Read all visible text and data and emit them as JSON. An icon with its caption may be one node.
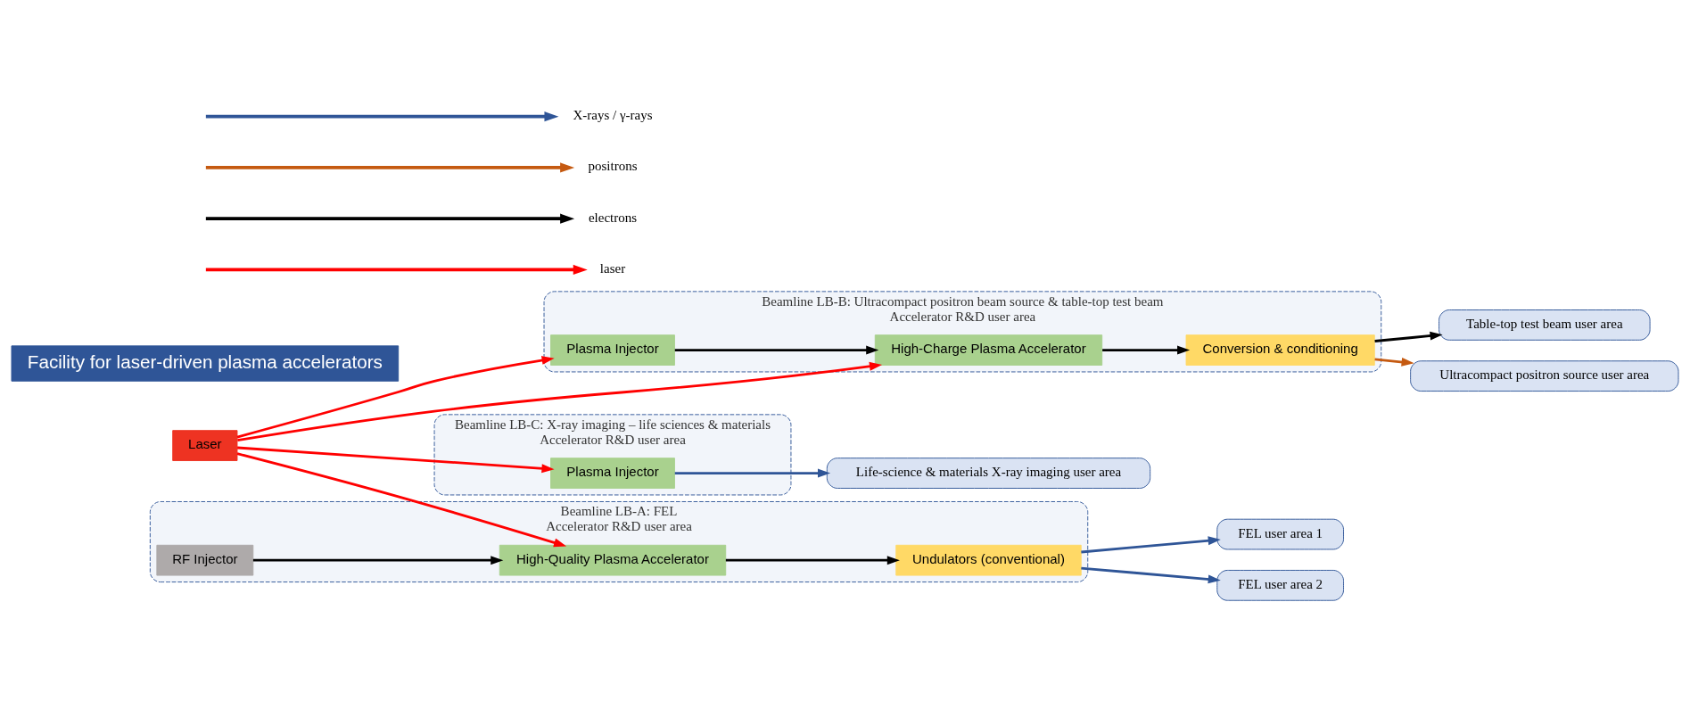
{
  "diagram": {
    "nodes": [
      {
        "text": [
          "Beamline LB-C: X-ray imaging – life sciences & materials",
          "Accelerator R&D user area"
        ]
      },
      {
        "text": [
          "Plasma Injector"
        ],
        "in": 0
      },
      {
        "text": [
          "Life-science & materials X-ray imaging user area"
        ]
      },
      {
        "text": [
          "Beamline LB-B: Ultracompact positron beam source & table-top test beam",
          "Accelerator R&D user area"
        ]
      },
      {
        "text": [
          "Plasma Injector"
        ],
        "in": 3
      },
      {
        "text": [
          "High-Charge Plasma Accelerator"
        ],
        "in": 3
      },
      {
        "text": [
          "Conversion & conditioning"
        ],
        "in": 3
      },
      {
        "text": [
          "Table-top test beam user area"
        ]
      },
      {
        "text": [
          "Ultracompact positron source user area"
        ]
      },
      {
        "text": [
          "Beamline LB-A: FEL",
          "Accelerator R&D user area"
        ]
      },
      {
        "text": [
          "Laser"
        ]
      },
      {
        "text": [
          "RF Injector"
        ],
        "in": 9
      },
      {
        "text": [
          "High-Quality Plasma Accelerator"
        ],
        "in": 9
      },
      {
        "text": [
          "Undulators (conventional)"
        ],
        "in": 9
      },
      {
        "text": [
          "FEL user area 1"
        ]
      },
      {
        "text": [
          "FEL user area 2"
        ]
      },
      {
        "text": [
          "Facility for laser-driven plasma accelerators"
        ]
      }
    ],
    "edges": [
      {
        "from": 10,
        "to": 1,
        "arrow": "to",
        "color": "#ff0000"
      },
      {
        "from": 10,
        "to": 4,
        "arrow": "to",
        "color": "#ff0000"
      },
      {
        "from": 10,
        "to": 5,
        "arrow": "to",
        "color": "#ff0000"
      },
      {
        "from": 10,
        "to": 12,
        "arrow": "to",
        "color": "#ff0000"
      },
      {
        "from": 1,
        "to": 2,
        "arrow": "to",
        "color": "#2f5597"
      },
      {
        "from": 4,
        "to": 5,
        "arrow": "to"
      },
      {
        "from": 5,
        "to": 6,
        "arrow": "to"
      },
      {
        "from": 6,
        "to": 7,
        "arrow": "to"
      },
      {
        "from": 6,
        "to": 8,
        "arrow": "to",
        "color": "#c55a11"
      },
      {
        "from": 11,
        "to": 12,
        "arrow": "to"
      },
      {
        "from": 12,
        "to": 13,
        "arrow": "to"
      },
      {
        "from": 13,
        "to": 14,
        "arrow": "to",
        "color": "#2f5597"
      },
      {
        "from": 13,
        "to": 15,
        "arrow": "to",
        "color": "#2f5597"
      }
    ],
    "legend": [
      {
        "text": "laser",
        "color": "#ff0000"
      },
      {
        "text": "electrons",
        "color": "#000000"
      },
      {
        "text": "positrons",
        "color": "#c55a11"
      },
      {
        "text": "X-rays / γ-rays",
        "color": "#2f5597"
      }
    ]
  }
}
